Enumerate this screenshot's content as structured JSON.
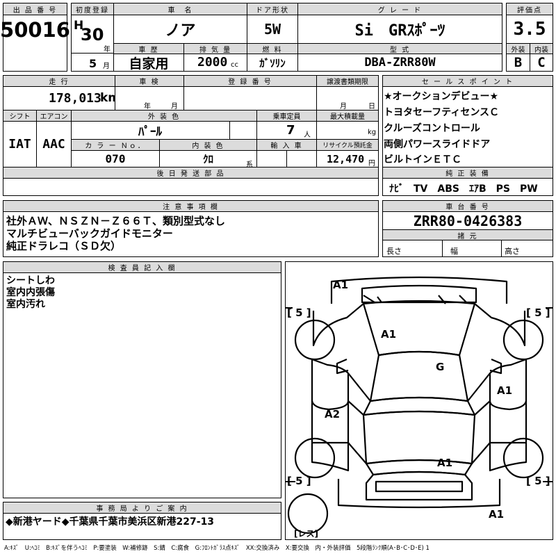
{
  "top": {
    "lot_no_label": "出 品 番 号",
    "lot_no": "50016",
    "reg_label": "初度登録",
    "era": "H",
    "year": "30",
    "year_unit": "年",
    "month": "5",
    "month_unit": "月",
    "car_name_label": "車　名",
    "car_name": "ノア",
    "history_label": "車 歴",
    "history": "自家用",
    "displacement_label": "排 気 量",
    "displacement": "2000",
    "displacement_unit": "cc",
    "door_label": "ドア形状",
    "door": "5W",
    "fuel_label": "燃 料",
    "fuel": "ｶﾞｿﾘﾝ",
    "grade_label": "グ レ ー ド",
    "grade": "Si　GRｽﾎﾟｰﾂ",
    "model_label": "型 式",
    "model": "DBA-ZRR80W",
    "score_label": "評価点",
    "score": "3.5",
    "exterior_label": "外装",
    "exterior": "B",
    "interior_label": "内装",
    "interior": "C"
  },
  "row2": {
    "mileage_label": "走 行",
    "mileage": "178,013",
    "mileage_unit": "km",
    "inspection_label": "車 検",
    "insp_year_unit": "年",
    "insp_month_unit": "月",
    "plate_label": "登 録 番 号",
    "transfer_label": "譲渡書類期限",
    "transfer_month_unit": "月",
    "transfer_day_unit": "日",
    "shift_label": "シフト",
    "shift": "IAT",
    "ac_label": "エアコン",
    "ac": "AAC",
    "color_label": "外 装 色",
    "color": "ﾊﾟｰﾙ",
    "capacity_label": "乗車定員",
    "capacity": "7",
    "capacity_unit": "人",
    "load_label": "最大積載量",
    "load_unit": "kg",
    "color_no_label": "カ ラ ー Ｎｏ．",
    "color_no": "070",
    "int_color_label": "内 装 色",
    "int_color": "ｸﾛ",
    "int_color_unit": "系",
    "import_label": "輸 入 車",
    "recycle_label": "リサイクル預託金",
    "recycle": "12,470",
    "recycle_unit": "円",
    "later_label": "後 日 発 送 部 品"
  },
  "sales": {
    "label": "セ ー ル ス ポ イ ン ト",
    "lines": [
      "★オークションデビュー★",
      "トヨタセーフティセンスＣ",
      "クルーズコントロール",
      "両側パワースライドドア",
      "ビルトインＥＴＣ"
    ],
    "equip_label": "純 正 装 備",
    "equip": "ﾅﾋﾞ　TV　ABS　ｴｱB　PS　PW"
  },
  "notes": {
    "label": "注 意 事 項 欄",
    "lines": [
      "社外ＡＷ、ＮＳＺＮ－Ｚ６６Ｔ、類別型式なし",
      "マルチビューバックガイドモニター",
      "純正ドラレコ（ＳＤ欠）"
    ]
  },
  "chassis": {
    "label": "車 台 番 号",
    "value": "ZRR80-0426383",
    "dims_label": "諸 元",
    "length_label": "長さ",
    "width_label": "幅",
    "height_label": "高さ"
  },
  "inspector": {
    "label": "検 査 員 記 入 欄",
    "lines": [
      "シートしわ",
      "室内内張傷",
      "室内汚れ"
    ]
  },
  "diagram": {
    "marks": {
      "front_bumper": "A1",
      "hood": "A1",
      "roof": "G",
      "right_door": "A1",
      "left_rear_door": "A2",
      "tailgate": "A1",
      "rear_bumper": "A1"
    },
    "tire_fl": "5",
    "tire_fr": "5",
    "tire_rl": "5",
    "tire_rr": "5",
    "spare": "レス"
  },
  "office": {
    "label": "事 務 局 よ り ご 案 内",
    "text": "◆新港ヤード◆千葉県千葉市美浜区新港227-13"
  },
  "legend": "A:ｷｽﾞ　U:ﾍｺﾐ　B:ｷｽﾞを伴うﾍｺﾐ　P:要塗装　W:補修跡　S:錆　C:腐食　G:ﾌﾛﾝﾄｶﾞﾗｽ点ｷｽﾞ　XX:交換済み　X:要交換　内・外装評価　5段階ﾗﾝｸ順(A･B･C･D･E) 1"
}
